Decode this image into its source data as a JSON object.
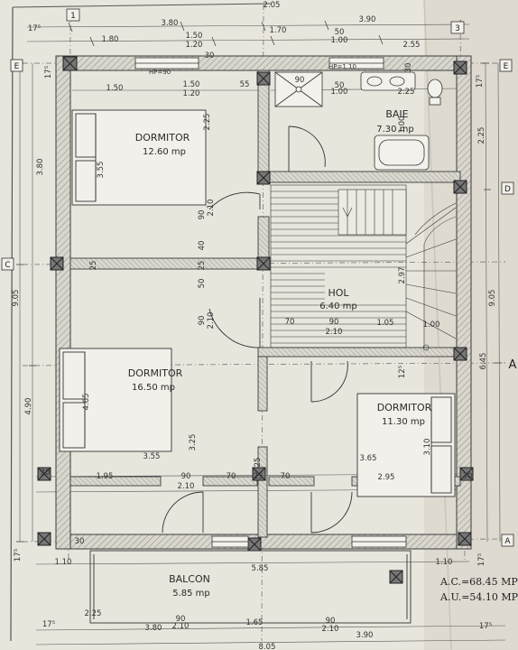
{
  "rooms": [
    {
      "name": "DORMITOR",
      "area": "12.60 mp"
    },
    {
      "name": "BAIE",
      "area": "7.30 mp"
    },
    {
      "name": "HOL",
      "area": "6.40 mp"
    },
    {
      "name": "DORMITOR",
      "area": "16.50 mp"
    },
    {
      "name": "DORMITOR",
      "area": "11.30 mp"
    },
    {
      "name": "BALCON",
      "area": "5.85 mp"
    }
  ],
  "axes": {
    "col_1": "1",
    "col_3": "3",
    "row_e": "E",
    "row_c": "C",
    "row_a": "A",
    "row_d": "D"
  },
  "summary": {
    "ac": "A.C.=68.45 MP",
    "au": "A.U.=54.10 MP"
  },
  "notes": {
    "hp90": "HP=90",
    "hp110": "HP=1.10"
  },
  "dims": {
    "t_1": "3.80",
    "t_2": "1.70",
    "t_3": "3.90",
    "t_4": "1.80",
    "t_5": "1.50",
    "t_6": "1.20",
    "t_7": "50",
    "t_8": "1.00",
    "t_9": "2.55",
    "t_10": "17⁵",
    "t_11": "2.05",
    "t_12": "30",
    "t_13": "90",
    "t_14": "1.50",
    "t_15": "1.20",
    "t_16": "55",
    "t_17": "2.25",
    "t_18": "2.25",
    "t_19": "3.55",
    "t_20": "2.10",
    "t_21": "40",
    "t_22": "25",
    "t_23": "50",
    "t_24": "2.10",
    "t_25": "70",
    "t_26": "90",
    "t_27": "2.10",
    "t_28": "1.05",
    "t_29": "1.00",
    "t_30": "2.97",
    "t_31": "4.65",
    "t_32": "3.25",
    "t_33": "3.55",
    "t_34": "3.65",
    "t_35": "3.10",
    "t_36": "1.95",
    "t_37": "2.95",
    "t_38": "1.10",
    "t_39": "5.85",
    "t_40": "1.10",
    "t_41": "3.80",
    "t_42": "1.65",
    "t_43": "3.90",
    "t_44": "8.05",
    "t_45": "17⁵",
    "t_46": "9.05",
    "t_47": "4.90",
    "t_48": "3.80",
    "t_49": "9.05",
    "t_50": "6.45",
    "t_51": "2.25",
    "t_52": "17⁵",
    "t_53": "17⁵",
    "t_54": "30",
    "t_55": "30",
    "t_56": "25",
    "t_57": "12⁵",
    "t_58": "1.00"
  }
}
